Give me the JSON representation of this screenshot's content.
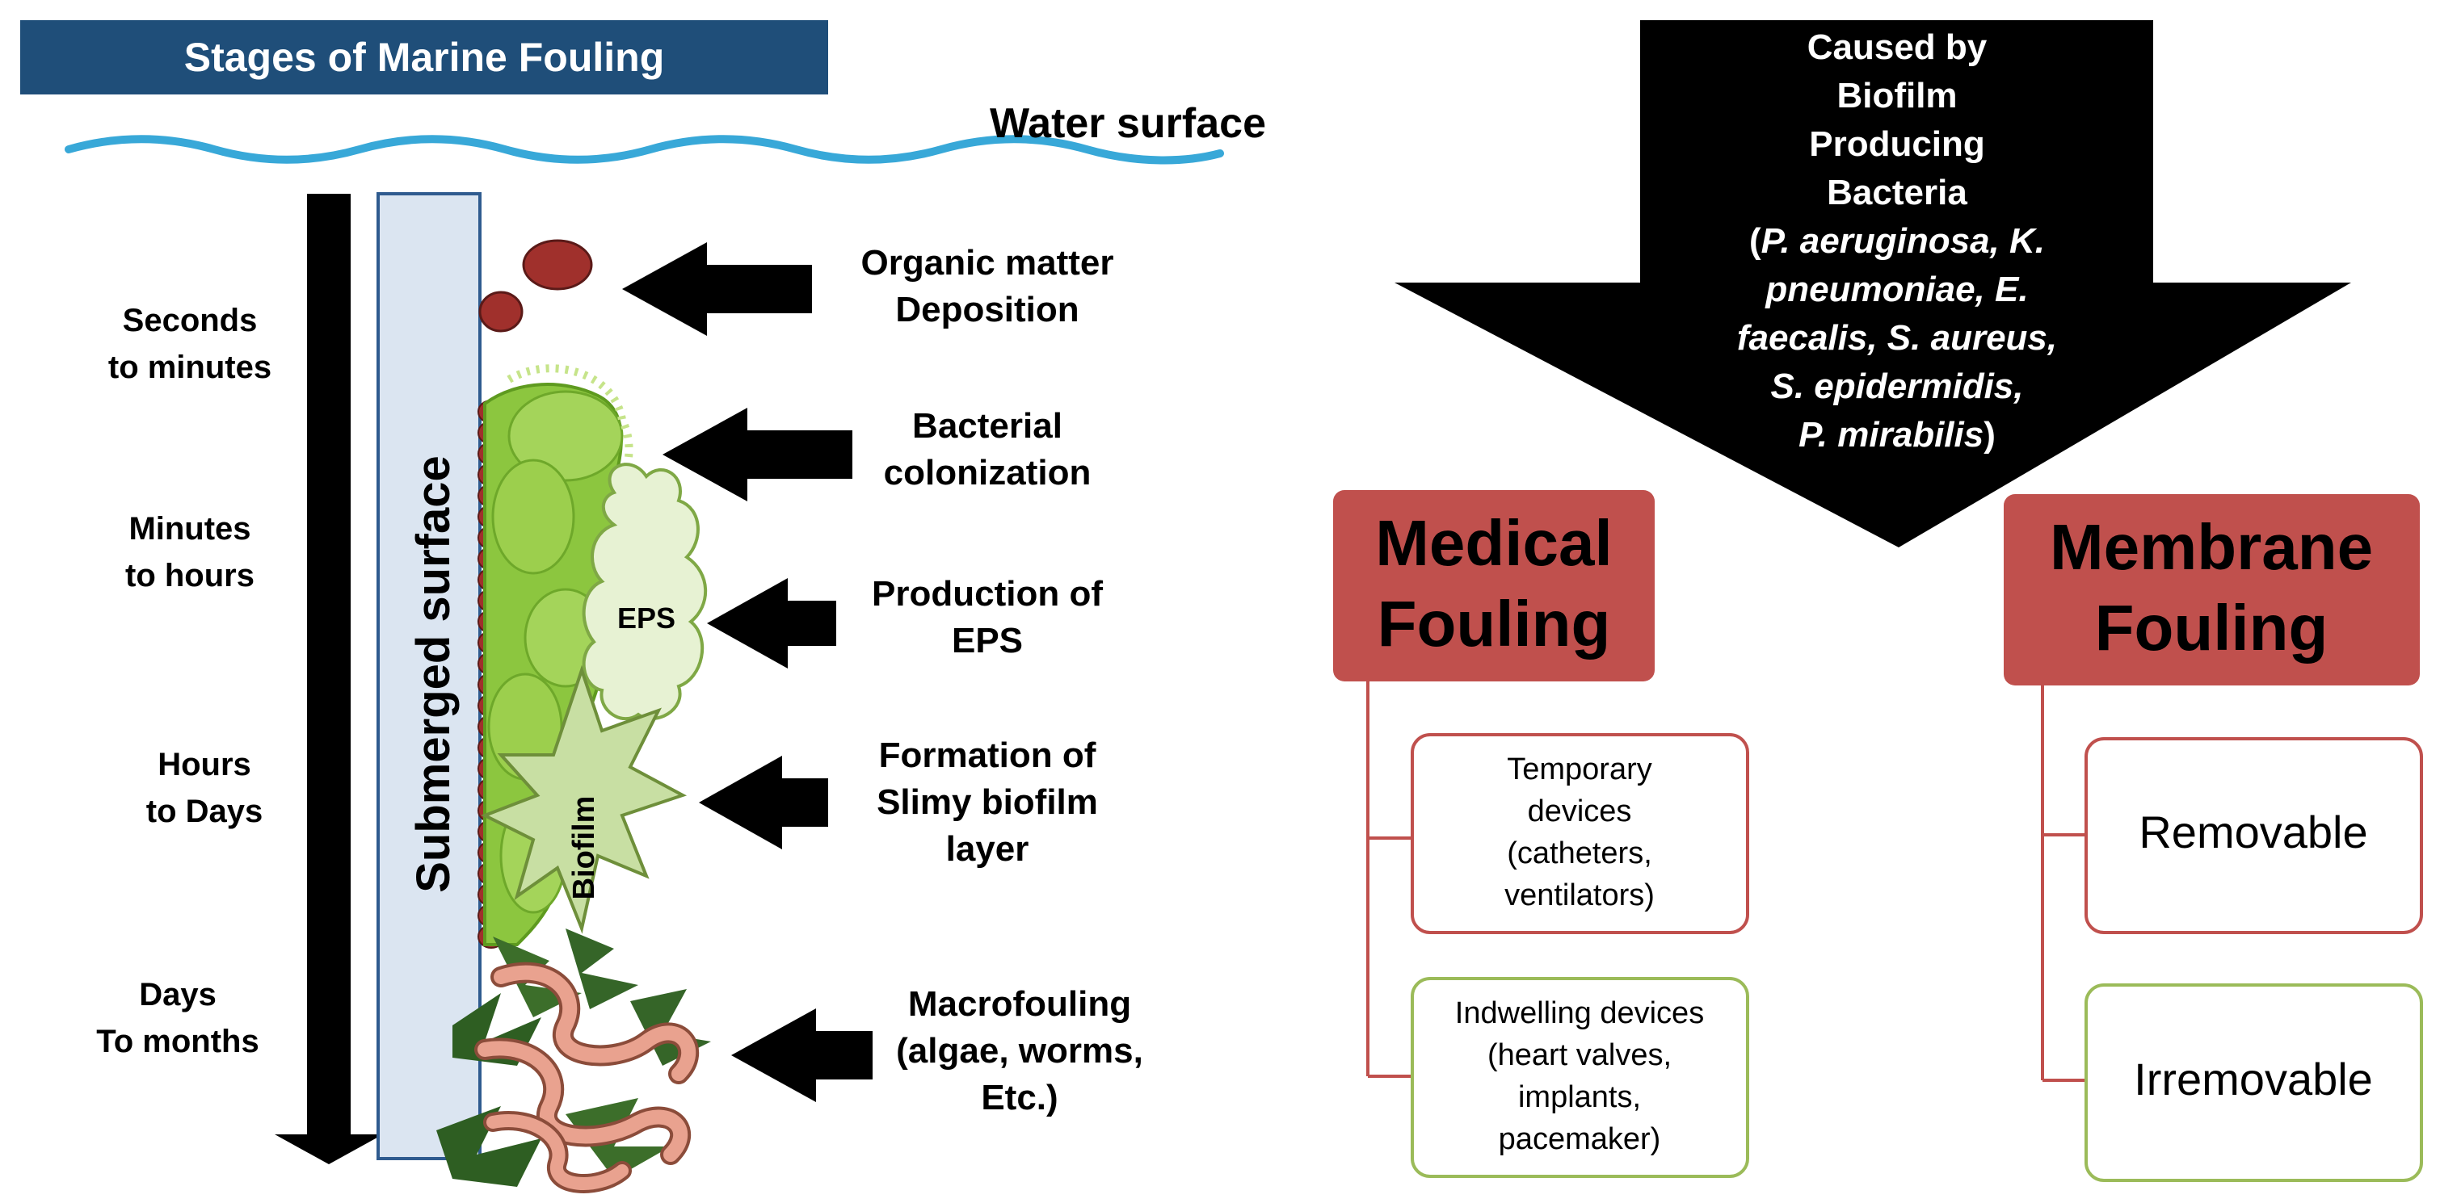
{
  "left_panel": {
    "title": "Stages of Marine Fouling",
    "water_label": "Water surface",
    "surface_label": "Submerged surface",
    "eps_label": "EPS",
    "biofilm_label": "Biofilm",
    "time_labels": [
      [
        "Seconds",
        "to minutes"
      ],
      [
        "Minutes",
        "to hours"
      ],
      [
        "Hours",
        "to Days"
      ],
      [
        "Days",
        "To months"
      ]
    ],
    "stages": [
      [
        "Organic matter",
        "Deposition"
      ],
      [
        "Bacterial",
        "colonization"
      ],
      [
        "Production of",
        "EPS"
      ],
      [
        "Formation of",
        "Slimy biofilm",
        "layer"
      ],
      [
        "Macrofouling",
        "(algae, worms,",
        "Etc.)"
      ]
    ]
  },
  "right_panel": {
    "cause_lines": [
      "Caused by",
      "Biofilm",
      "Producing",
      "Bacteria"
    ],
    "bacteria_lines": [
      {
        "pre": "(",
        "it": "P. aeruginosa,  K.",
        "post": ""
      },
      {
        "pre": "",
        "it": "pneumoniae,  E.",
        "post": ""
      },
      {
        "pre": "",
        "it": "faecalis, S. aureus,",
        "post": ""
      },
      {
        "pre": "",
        "it": "S. epidermidis,",
        "post": ""
      },
      {
        "pre": "",
        "it": "P. mirabilis",
        "post": ")"
      }
    ],
    "medical": {
      "title": [
        "Medical",
        "Fouling"
      ],
      "items": [
        [
          "Temporary",
          "devices",
          "(catheters,",
          "ventilators)"
        ],
        [
          "Indwelling devices",
          "(heart valves,",
          "implants,",
          "pacemaker)"
        ]
      ]
    },
    "membrane": {
      "title": [
        "Membrane",
        "Fouling"
      ],
      "items": [
        "Removable",
        "Irremovable"
      ]
    }
  },
  "colors": {
    "title_bar": "#1f4e79",
    "water": "#38a8d8",
    "surface_fill": "#dbe5f1",
    "surface_stroke": "#2f5b8f",
    "deposit": "#a0302c",
    "biofilm_green": "#8cc63f",
    "category_box": "#c0504d",
    "medical_item_border": "#c0504d",
    "indwelling_border": "#9bbb59",
    "membrane_item_border": "#c0504d",
    "irremovable_border": "#9bbb59"
  }
}
